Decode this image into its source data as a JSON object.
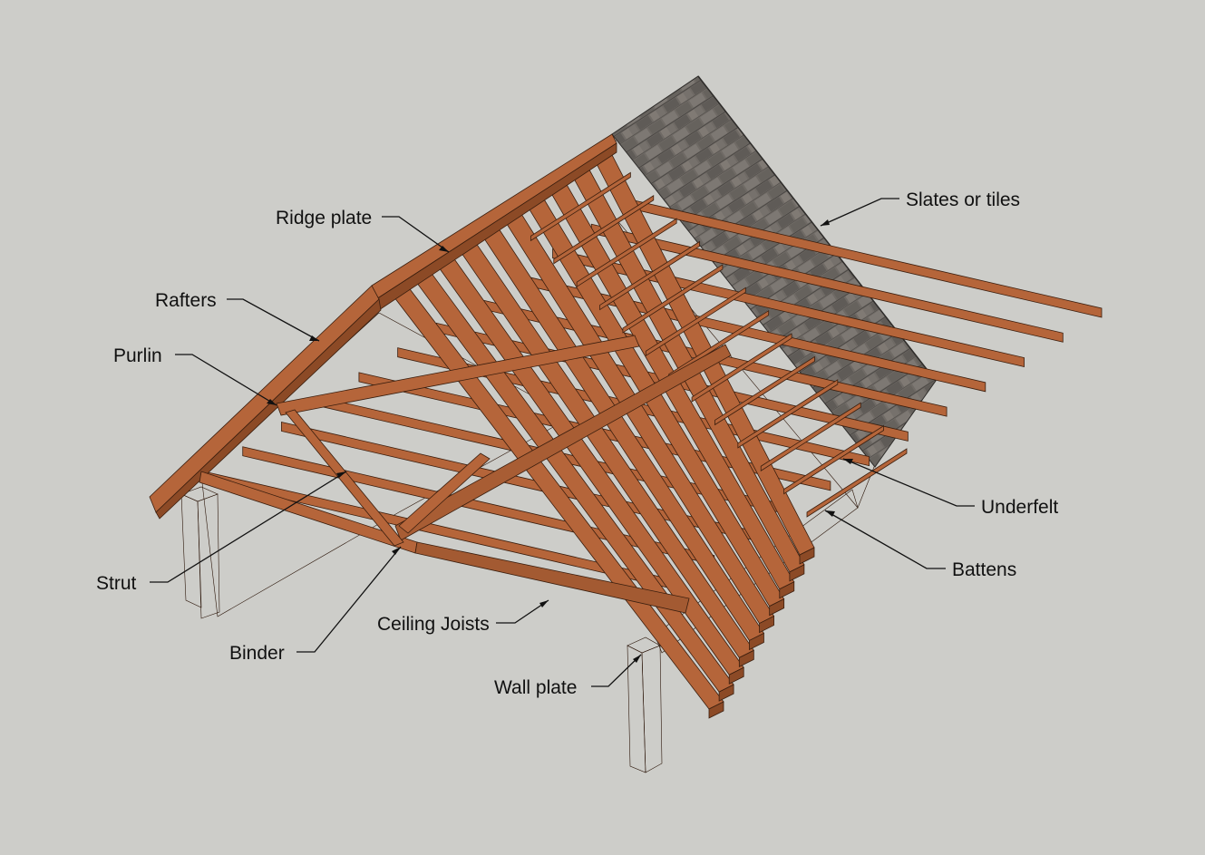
{
  "diagram": {
    "labels": {
      "ridge_plate": "Ridge plate",
      "rafters": "Rafters",
      "purlin": "Purlin",
      "strut": "Strut",
      "binder": "Binder",
      "ceiling_joists": "Ceiling Joists",
      "wall_plate": "Wall plate",
      "slates_or_tiles": "Slates or tiles",
      "underfelt": "Underfelt",
      "battens": "Battens"
    },
    "colors": {
      "background": "#cdcdc9",
      "timber": "#b5653a",
      "timber_dark": "#8c4a26",
      "brick": "#a65b3c",
      "underfelt": "#55565c",
      "slate": "#706b66"
    }
  }
}
